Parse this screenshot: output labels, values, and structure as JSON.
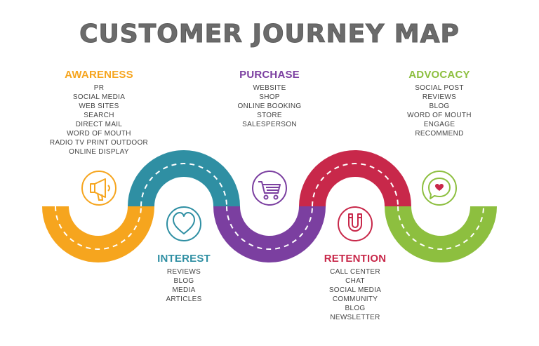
{
  "title": "CUSTOMER JOURNEY MAP",
  "colors": {
    "awareness": "#F6A51E",
    "interest": "#2F8FA3",
    "purchase": "#7B3FA0",
    "retention": "#C8284A",
    "advocacy": "#8DBF3F",
    "title": "#6b6b6b"
  },
  "stages": [
    {
      "id": "awareness",
      "name": "AWARENESS",
      "icon": "megaphone-icon",
      "items": [
        "PR",
        "SOCIAL MEDIA",
        "WEB SITES",
        "SEARCH",
        "DIRECT MAIL",
        "WORD OF MOUTH",
        "RADIO TV PRINT OUTDOOR",
        "ONLINE DISPLAY"
      ]
    },
    {
      "id": "interest",
      "name": "INTEREST",
      "icon": "heart-icon",
      "items": [
        "REVIEWS",
        "BLOG",
        "MEDIA",
        "ARTICLES"
      ]
    },
    {
      "id": "purchase",
      "name": "PURCHASE",
      "icon": "shopping-cart-icon",
      "items": [
        "WEBSITE",
        "SHOP",
        "ONLINE BOOKING",
        "STORE",
        "SALESPERSON"
      ]
    },
    {
      "id": "retention",
      "name": "RETENTION",
      "icon": "magnet-icon",
      "items": [
        "CALL CENTER",
        "CHAT",
        "SOCIAL MEDIA",
        "COMMUNITY",
        "BLOG",
        "NEWSLETTER"
      ]
    },
    {
      "id": "advocacy",
      "name": "ADVOCACY",
      "icon": "speech-bubble-heart-icon",
      "items": [
        "SOCIAL POST",
        "REVIEWS",
        "BLOG",
        "WORD OF MOUTH",
        "ENGAGE",
        "RECOMMEND"
      ]
    }
  ]
}
